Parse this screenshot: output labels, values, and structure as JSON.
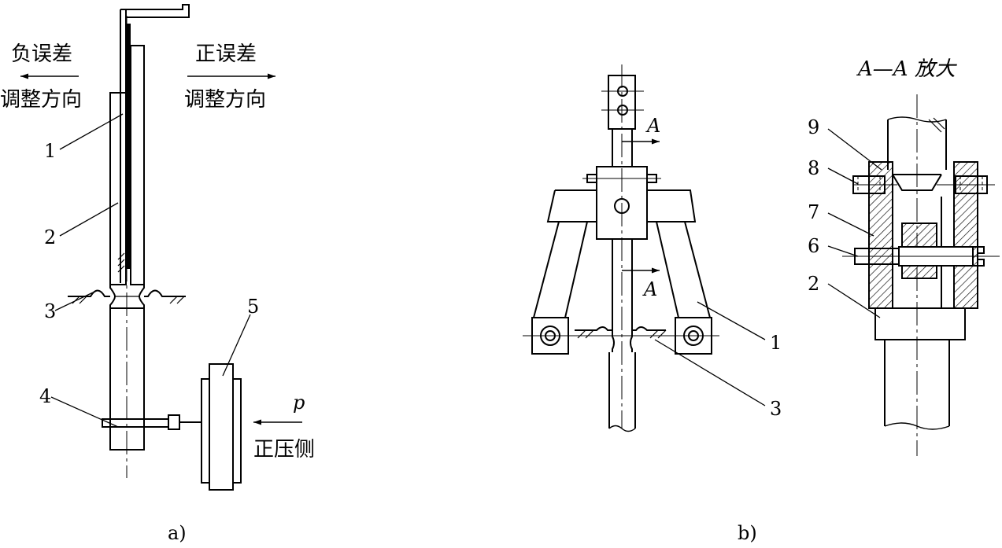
{
  "panel_a": {
    "caption": "a)",
    "neg_error": "负误差",
    "neg_dir": "调整方向",
    "pos_error": "正误差",
    "pos_dir": "调整方向",
    "pressure_symbol": "p",
    "pressure_side": "正压侧",
    "callouts": [
      "1",
      "2",
      "3",
      "4",
      "5"
    ]
  },
  "panel_b": {
    "caption": "b)",
    "section_mark": "A",
    "section_title": "A—A 放大",
    "callouts_main": [
      "1",
      "3"
    ],
    "callouts_detail": [
      "9",
      "8",
      "7",
      "6",
      "2"
    ]
  },
  "colors": {
    "line": "#000000",
    "background": "#ffffff"
  }
}
